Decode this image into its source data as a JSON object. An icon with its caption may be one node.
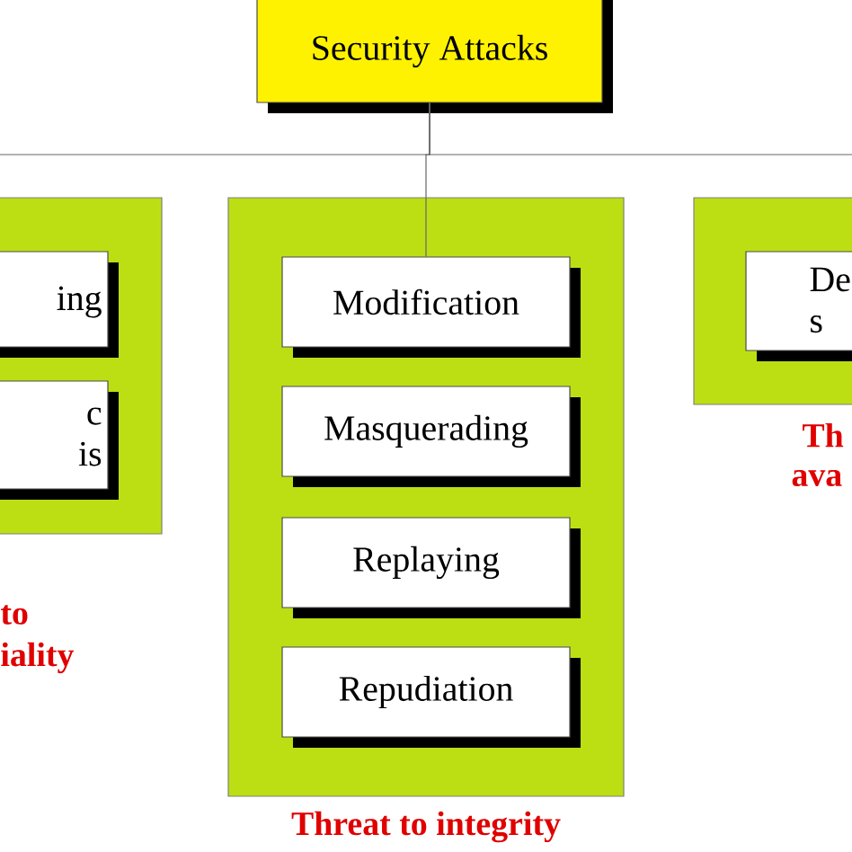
{
  "diagram": {
    "nodes": [
      {
        "text": [
          "Security Attacks"
        ]
      },
      {
        "text": [],
        "shape": "box",
        "beside": [
          "to",
          "iality"
        ]
      },
      {
        "text": [
          "ing"
        ],
        "in": 1
      },
      {
        "text": [
          "c is"
        ],
        "in": 1
      },
      {
        "text": [],
        "shape": "box",
        "beside": [
          "Threat to integrity"
        ]
      },
      {
        "text": [
          "Modification"
        ],
        "in": 4
      },
      {
        "text": [
          "Masquerading"
        ],
        "in": 4
      },
      {
        "text": [
          "Replaying"
        ],
        "in": 4
      },
      {
        "text": [
          "Repudiation"
        ],
        "in": 4
      },
      {
        "text": [],
        "shape": "box",
        "beside": [
          "Th",
          "ava"
        ]
      },
      {
        "text": [
          "De s"
        ],
        "in": 9
      }
    ],
    "edges": [
      {
        "from": 0,
        "to": 1,
        "arrow": "none"
      },
      {
        "from": 0,
        "to": 5,
        "arrow": "none"
      },
      {
        "from": 0,
        "to": 9,
        "arrow": "none"
      }
    ]
  }
}
